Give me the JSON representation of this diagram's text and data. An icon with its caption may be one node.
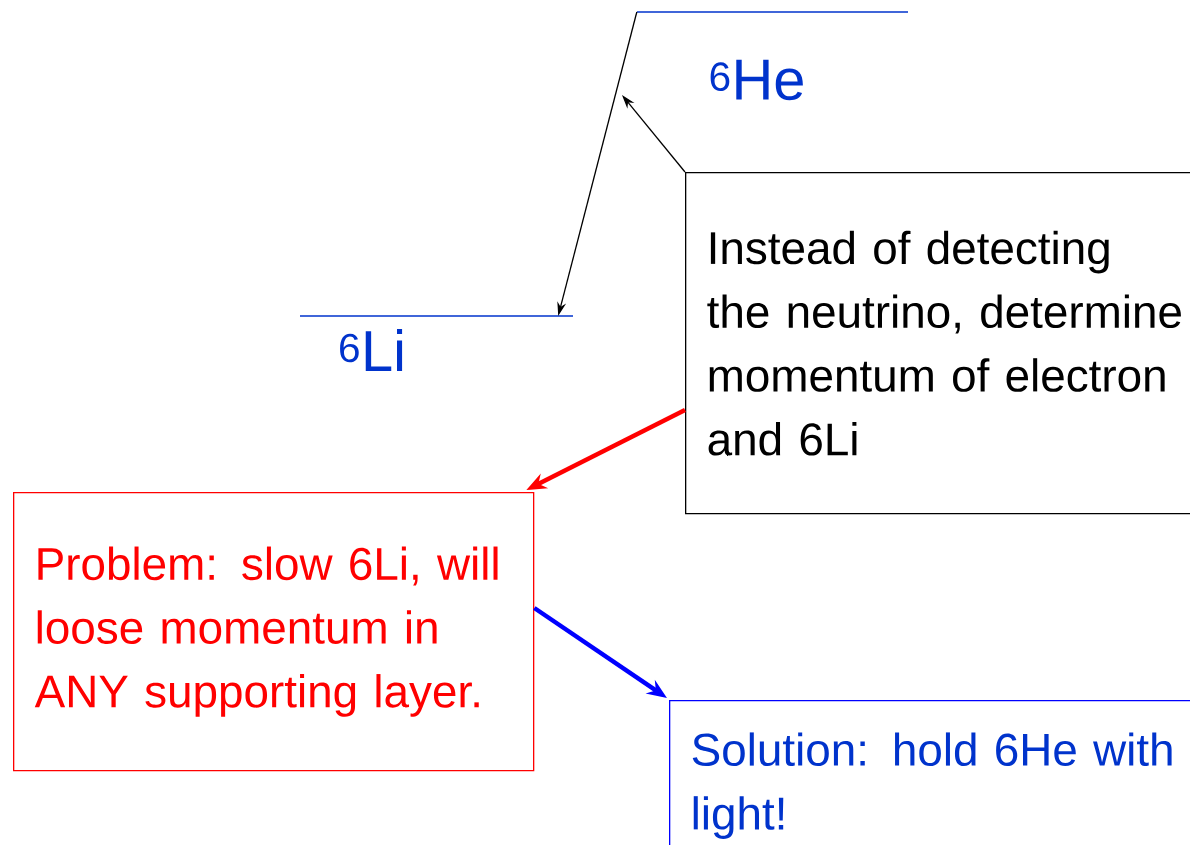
{
  "diagram": {
    "nodes": [
      {
        "text": [],
        "shape": "bar",
        "beside": [
          "$^{6}$He"
        ]
      },
      {
        "text": [],
        "shape": "bar",
        "beside": [
          "$^{6}$Li"
        ]
      },
      {
        "text": [
          "Instead of detecting the neutrino, determine momentum of electron and 6Li"
        ]
      },
      {
        "text": [
          "Problem: slow 6Li, will loose momentum in ANY supporting layer."
        ]
      },
      {
        "text": [
          "Solution: hold 6He with light!"
        ]
      }
    ],
    "edges": [
      {
        "from": 0,
        "to": 1,
        "arrow": "to"
      },
      {
        "from": 2,
        "to": null,
        "arrow": "to"
      },
      {
        "from": 2,
        "to": 3,
        "arrow": "to",
        "style": "thick",
        "color": "#ff0000"
      },
      {
        "from": 3,
        "to": 4,
        "arrow": "to",
        "style": "thick",
        "color": "#0000ff"
      }
    ]
  }
}
